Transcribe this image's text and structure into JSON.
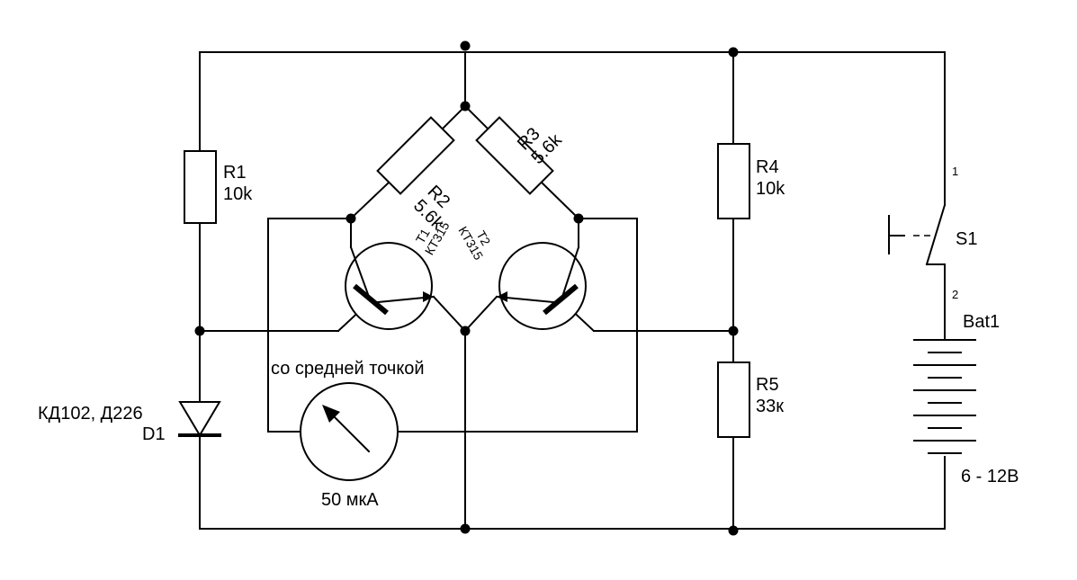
{
  "components": {
    "r1": {
      "name": "R1",
      "value": "10k"
    },
    "r2": {
      "name": "R2",
      "value": "5.6k"
    },
    "r3": {
      "name": "R3",
      "value": "5.6k"
    },
    "r4": {
      "name": "R4",
      "value": "10k"
    },
    "r5": {
      "name": "R5",
      "value": "33к"
    },
    "t1": {
      "name": "T1",
      "type": "КТ315"
    },
    "t2": {
      "name": "T2",
      "type": "КТ315"
    },
    "d1": {
      "name": "D1",
      "type": "КД102, Д226"
    },
    "s1": {
      "name": "S1",
      "pin1": "1",
      "pin2": "2"
    },
    "bat1": {
      "name": "Bat1",
      "voltage": "6 - 12В"
    },
    "meter": {
      "note": "со средней точкой",
      "range": "50 мкА"
    }
  }
}
